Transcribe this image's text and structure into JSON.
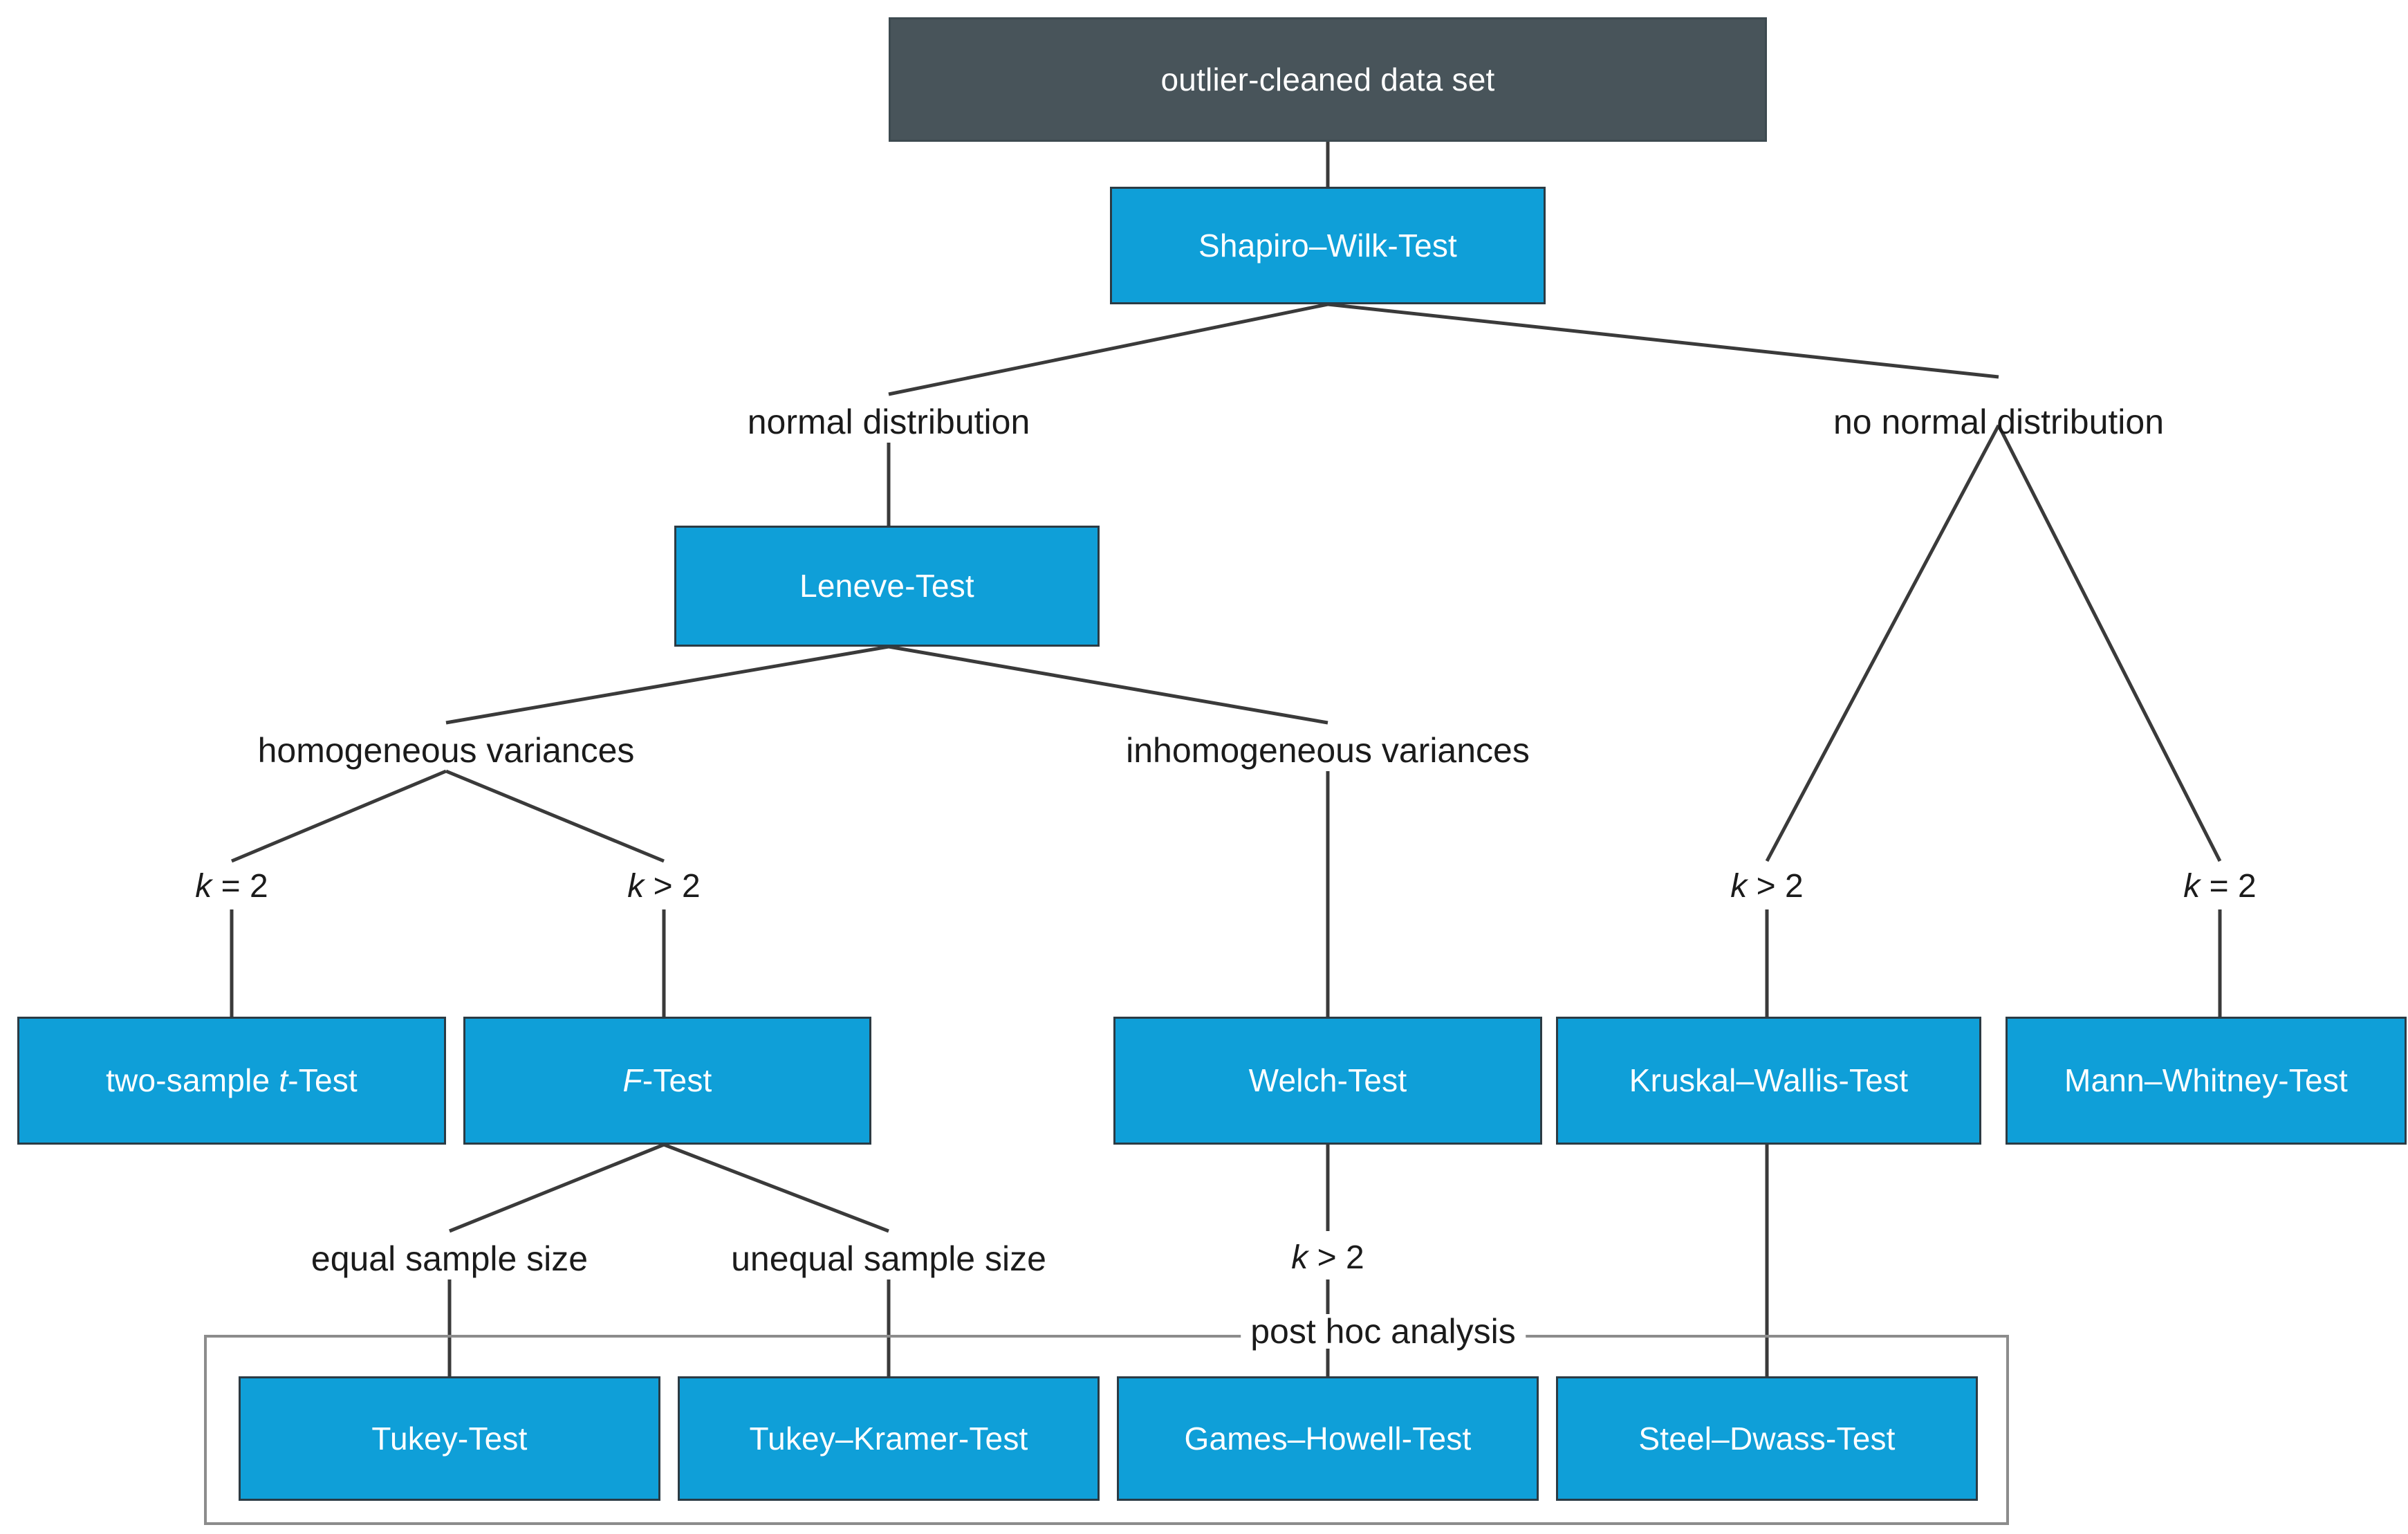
{
  "diagram": {
    "title": "outlier-cleaned  data set",
    "colors": {
      "node_fill": "#0f9fd8",
      "root_fill": "#48545a",
      "node_border": "#2b3b44",
      "connector": "#3a3a3a",
      "group_border": "#8c8c8c",
      "text_on_node": "#ffffff",
      "text_label": "#1b1b1b",
      "background": "#ffffff"
    }
  },
  "nodes": {
    "root": "outlier-cleaned  data set",
    "shapiro_wilk": "Shapiro–Wilk-Test",
    "leneve": "Leneve-Test",
    "two_sample_t": "two-sample t-Test",
    "f_test": "F-Test",
    "welch": "Welch-Test",
    "kruskal_wallis": "Kruskal–Wallis-Test",
    "mann_whitney": "Mann–Whitney-Test",
    "tukey": "Tukey-Test",
    "tukey_kramer": "Tukey–Kramer-Test",
    "games_howell": "Games–Howell-Test",
    "steel_dwass": "Steel–Dwass-Test"
  },
  "edge_labels": {
    "normal_distribution": "normal distribution",
    "no_normal_distribution": "no normal distribution",
    "homogeneous_variances": "homogeneous variances",
    "inhomogeneous_variances": "inhomogeneous variances",
    "k_eq_2_left": "k = 2",
    "k_gt_2_left": "k > 2",
    "k_gt_2_welch": "k > 2",
    "k_gt_2_right": "k > 2",
    "k_eq_2_right": "k = 2",
    "equal_sample_size": "equal sample size",
    "unequal_sample_size": "unequal sample size"
  },
  "groups": {
    "post_hoc": "post hoc analysis"
  }
}
